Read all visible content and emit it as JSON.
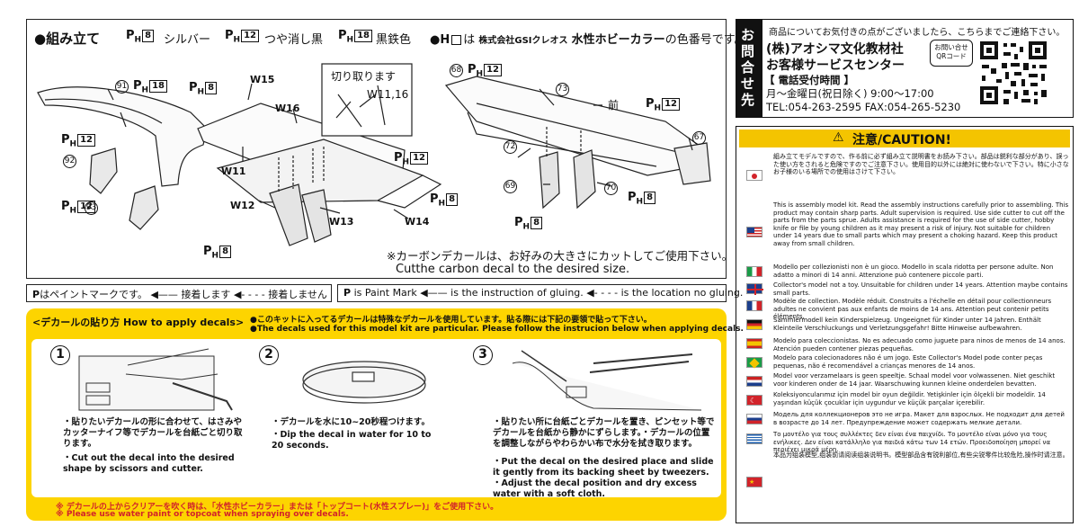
{
  "assembly": {
    "title": "●組み立て",
    "legend": {
      "ph8": "シルバー",
      "ph12": "つや消し黒",
      "ph18": "黒鉄色",
      "h_prefix": "●H",
      "h_note_1": "は",
      "h_note_brand": "株式会社GSIクレオス",
      "h_note_product": "水性ホビーカラー",
      "h_note_2": "の色番号です。"
    },
    "ph_label": "P",
    "ph_sub": "H",
    "nums": {
      "n8": "8",
      "n12": "12",
      "n18": "18"
    },
    "callout": "切り取ります",
    "callout_parts": "W11,16",
    "parts": {
      "p91": "91",
      "p92": "92",
      "p93": "93",
      "p68": "68",
      "p73": "73",
      "p72": "72",
      "p69": "69",
      "p70": "70",
      "p67": "67",
      "w15": "W15",
      "w16": "W16",
      "w11": "W11",
      "w12": "W12",
      "w13": "W13",
      "w14": "W14"
    },
    "front_label": "前",
    "carbon_jp": "※カーボンデカールは、お好みの大きさにカットしてご使用下さい。",
    "carbon_en": "Cutthe carbon decal to the desired size."
  },
  "legend_bar": {
    "jp_p": "P",
    "jp_text": "はペイントマークです。",
    "jp_glue": "接着します",
    "jp_noglue": "接着しません",
    "en_p": "P",
    "en_text": "is Paint Mark",
    "en_glue": "is the instruction of gluing.",
    "en_noglue": "is the location no gluing."
  },
  "decals": {
    "header": "<デカールの貼り方 How to apply decals>",
    "note_jp": "●このキットに入ってるデカールは特殊なデカールを使用しています。貼る際には下記の要領で貼って下さい。",
    "note_en": "●The decals used for this model kit are particular. Please follow the instrucion below when applying decals.",
    "steps": [
      {
        "num": "1",
        "jp": "・貼りたいデカールの形に合わせて、はさみやカッターナイフ等でデカールを台紙ごと切り取ります。",
        "en": "・Cut out the decal into the desired shape by scissors and cutter."
      },
      {
        "num": "2",
        "jp": "・デカールを水に10~20秒程つけます。",
        "en": "・Dip the decal in water for 10 to 20 seconds."
      },
      {
        "num": "3",
        "jp": "・貼りたい所に台紙ごとデカールを置き、ピンセット等でデカールを台紙から静かにずらします。・デカールの位置を調整しながらやわらかい布で水分を拭き取ります。",
        "en": "・Put the decal on the desired place and slide it gently from its backing sheet by tweezers. ・Adjust the decal position and dry excess water with a soft cloth."
      }
    ],
    "footer_jp": "※ デカールの上からクリアーを吹く時は、「水性ホビーカラー」または「トップコート(水性スプレー)」をご使用下さい。",
    "footer_en": "※ Please use water paint or topcoat when spraying over decals."
  },
  "contact": {
    "side_label": "お問合せ先",
    "intro": "商品についてお気付きの点がございましたら、こちらまでご連絡下さい。",
    "company": "(株)アオシマ文化教材社",
    "center": "お客様サービスセンター",
    "hours_label": "【 電話受付時間 】",
    "hours": "月～金曜日(祝日除く) 9:00～17:00",
    "phones": "TEL:054-263-2595  FAX:054-265-5230",
    "qr_label": "お問い合せ QRコード"
  },
  "caution": {
    "title": "注意/CAUTION!",
    "jp": "組み立てモデルですので、作る前に必ず組み立て説明書をお読み下さい。部品は鋭利な部分があり、誤った使い方をされると危険ですのでご注意下さい。使用目的以外には絶対に使わないで下さい。特に小さなお子様のいる場所での使用はさけて下さい。",
    "en": "This is assembly model kit. Read the assembly instructions carefully prior to assembling. This product may contain sharp parts. Adult supervision is required. Use side cutter to cut off the parts from the parts sprue. Adults assistance is required for the use of side cutter, hobby knife or file by young children as it may present a risk of injury. Not suitable for children under 14 years due to small parts which may present a choking hazard. Keep this product away from small children.",
    "langs": [
      "Modello per collezionisti non è un gioco. Modello in scala ridotta per persone adulte. Non adatto a minori di 14 anni. Attenzione può contenere piccole parti.",
      "Collector's model not a toy. Unsuitable for children under 14 years. Attention maybe contains small parts.",
      "Modèle de collection. Modèle réduit. Construits a l'échelle en détail pour collectionneurs adultes ne convient pas aux enfants de moins de 14 ans. Attention peut contenir petits éléments.",
      "Sammlermodell kein Kinderspielzeug. Ungeeignet für Kinder unter 14 Jahren. Enthält Kleinteile Verschluckungs und Verletzungsgefahr! Bitte Hinweise aufbewahren.",
      "Modelo para coleccionistas. No es adecuado como juguete para ninos de menos de 14 anos. Atención pueden contener piezas pequeñas.",
      "Modelo para colecionadores não é um jogo. Este Collector's Model pode conter peças pequenas, não é recomendável a crianças menores de 14 anos.",
      "Model voor verzamelaars is geen speeltje. Schaal model voor volwassenen. Niet geschikt voor kinderen onder de 14 jaar. Waarschuwing kunnen kleine onderdelen bevatten.",
      "Koleksiyoncularımız için model bir oyun değildir. Yetişkinler için ölçekli bir modeldir. 14 yaşından küçük çocuklar için uygundur ve küçük parçalar içerebilir.",
      "Модель для коллекционеров это не игра. Макет для взрослых. Не подходит для детей в возрасте до 14 лет. Предупреждение может содержать мелкие детали.",
      "Το μοντέλο για τους συλλέκτες δεν είναι ένα παιχνίδι. Το μοντέλο είναι μόνο για τους ενήλικες. Δεν είναι κατάλληλο για παιδιά κάτω των 14 ετών. Προειδοποίηση μπορεί να περιέχει μικρά μέρη.",
      "本品为组装模型,组装前请阅读组装说明书。模型部品含有锐利部位,有些尖锐零件比较危险,操作时请注意。"
    ],
    "colors": {
      "yellow": "#f4c400",
      "panel_yellow": "#fdd400",
      "red": "#d2232a",
      "dark": "#111111"
    }
  }
}
